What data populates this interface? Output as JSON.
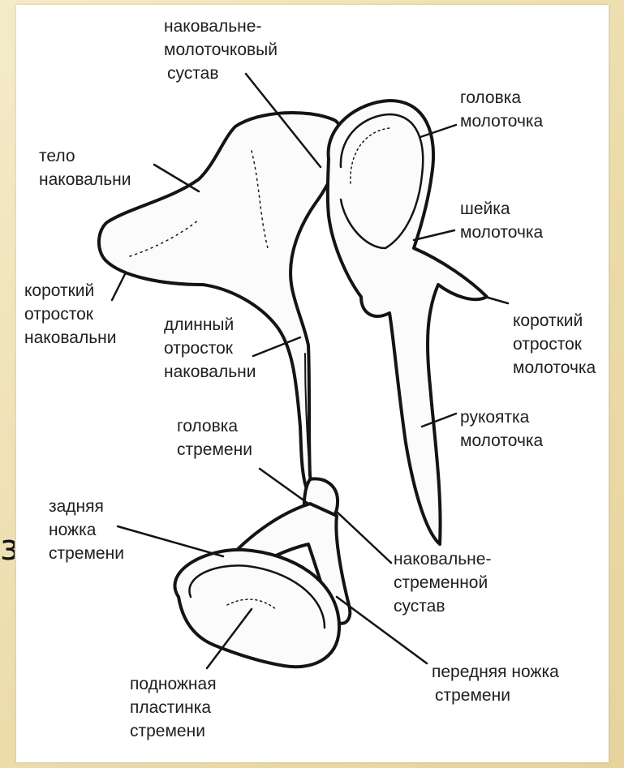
{
  "slide_fragment": "з",
  "labels": {
    "incudomallear_joint": [
      "наковальне-",
      "молоточковый",
      "сустав"
    ],
    "malleus_head": [
      "головка",
      "молоточка"
    ],
    "incus_body": [
      "тело",
      "наковальни"
    ],
    "malleus_neck": [
      "шейка",
      "молоточка"
    ],
    "incus_short_process": [
      "короткий",
      "отросток",
      "наковальни"
    ],
    "incus_long_process": [
      "длинный",
      "отросток",
      "наковальни"
    ],
    "malleus_short_process": [
      "короткий",
      "отросток",
      "молоточка"
    ],
    "stapes_head": [
      "головка",
      "стремени"
    ],
    "malleus_handle": [
      "рукоятка",
      "молоточка"
    ],
    "stapes_posterior_crus": [
      "задняя",
      "ножка",
      "стремени"
    ],
    "incudostapedial_joint": [
      "наковальне-",
      "стременной",
      "сустав"
    ],
    "stapes_anterior_crus": [
      "передняя ножка",
      "стремени"
    ],
    "stapes_footplate": [
      "подножная",
      "пластинка",
      "стремени"
    ]
  }
}
